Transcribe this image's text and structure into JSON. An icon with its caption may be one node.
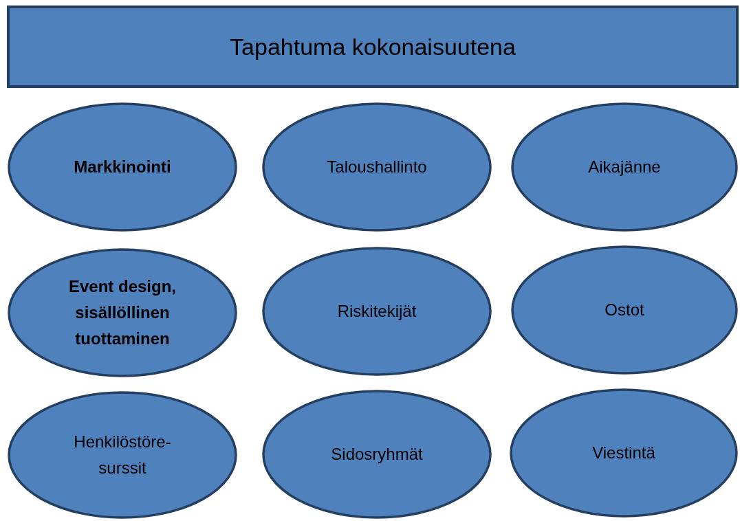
{
  "diagram": {
    "nodes": [
      {
        "text": [
          "Tapahtuma kokonaisuutena"
        ]
      },
      {
        "text": [
          "Markkinointi"
        ]
      },
      {
        "text": [
          "Taloushallinto"
        ]
      },
      {
        "text": [
          "Aikajänne"
        ]
      },
      {
        "text": [
          "Event design, sisällöllinen tuottaminen"
        ]
      },
      {
        "text": [
          "Riskitekijät"
        ]
      },
      {
        "text": [
          "Ostot"
        ]
      },
      {
        "text": [
          "Henkilöstöre- surssit"
        ]
      },
      {
        "text": [
          "Sidosryhmät"
        ]
      },
      {
        "text": [
          "Viestintä"
        ]
      }
    ]
  }
}
